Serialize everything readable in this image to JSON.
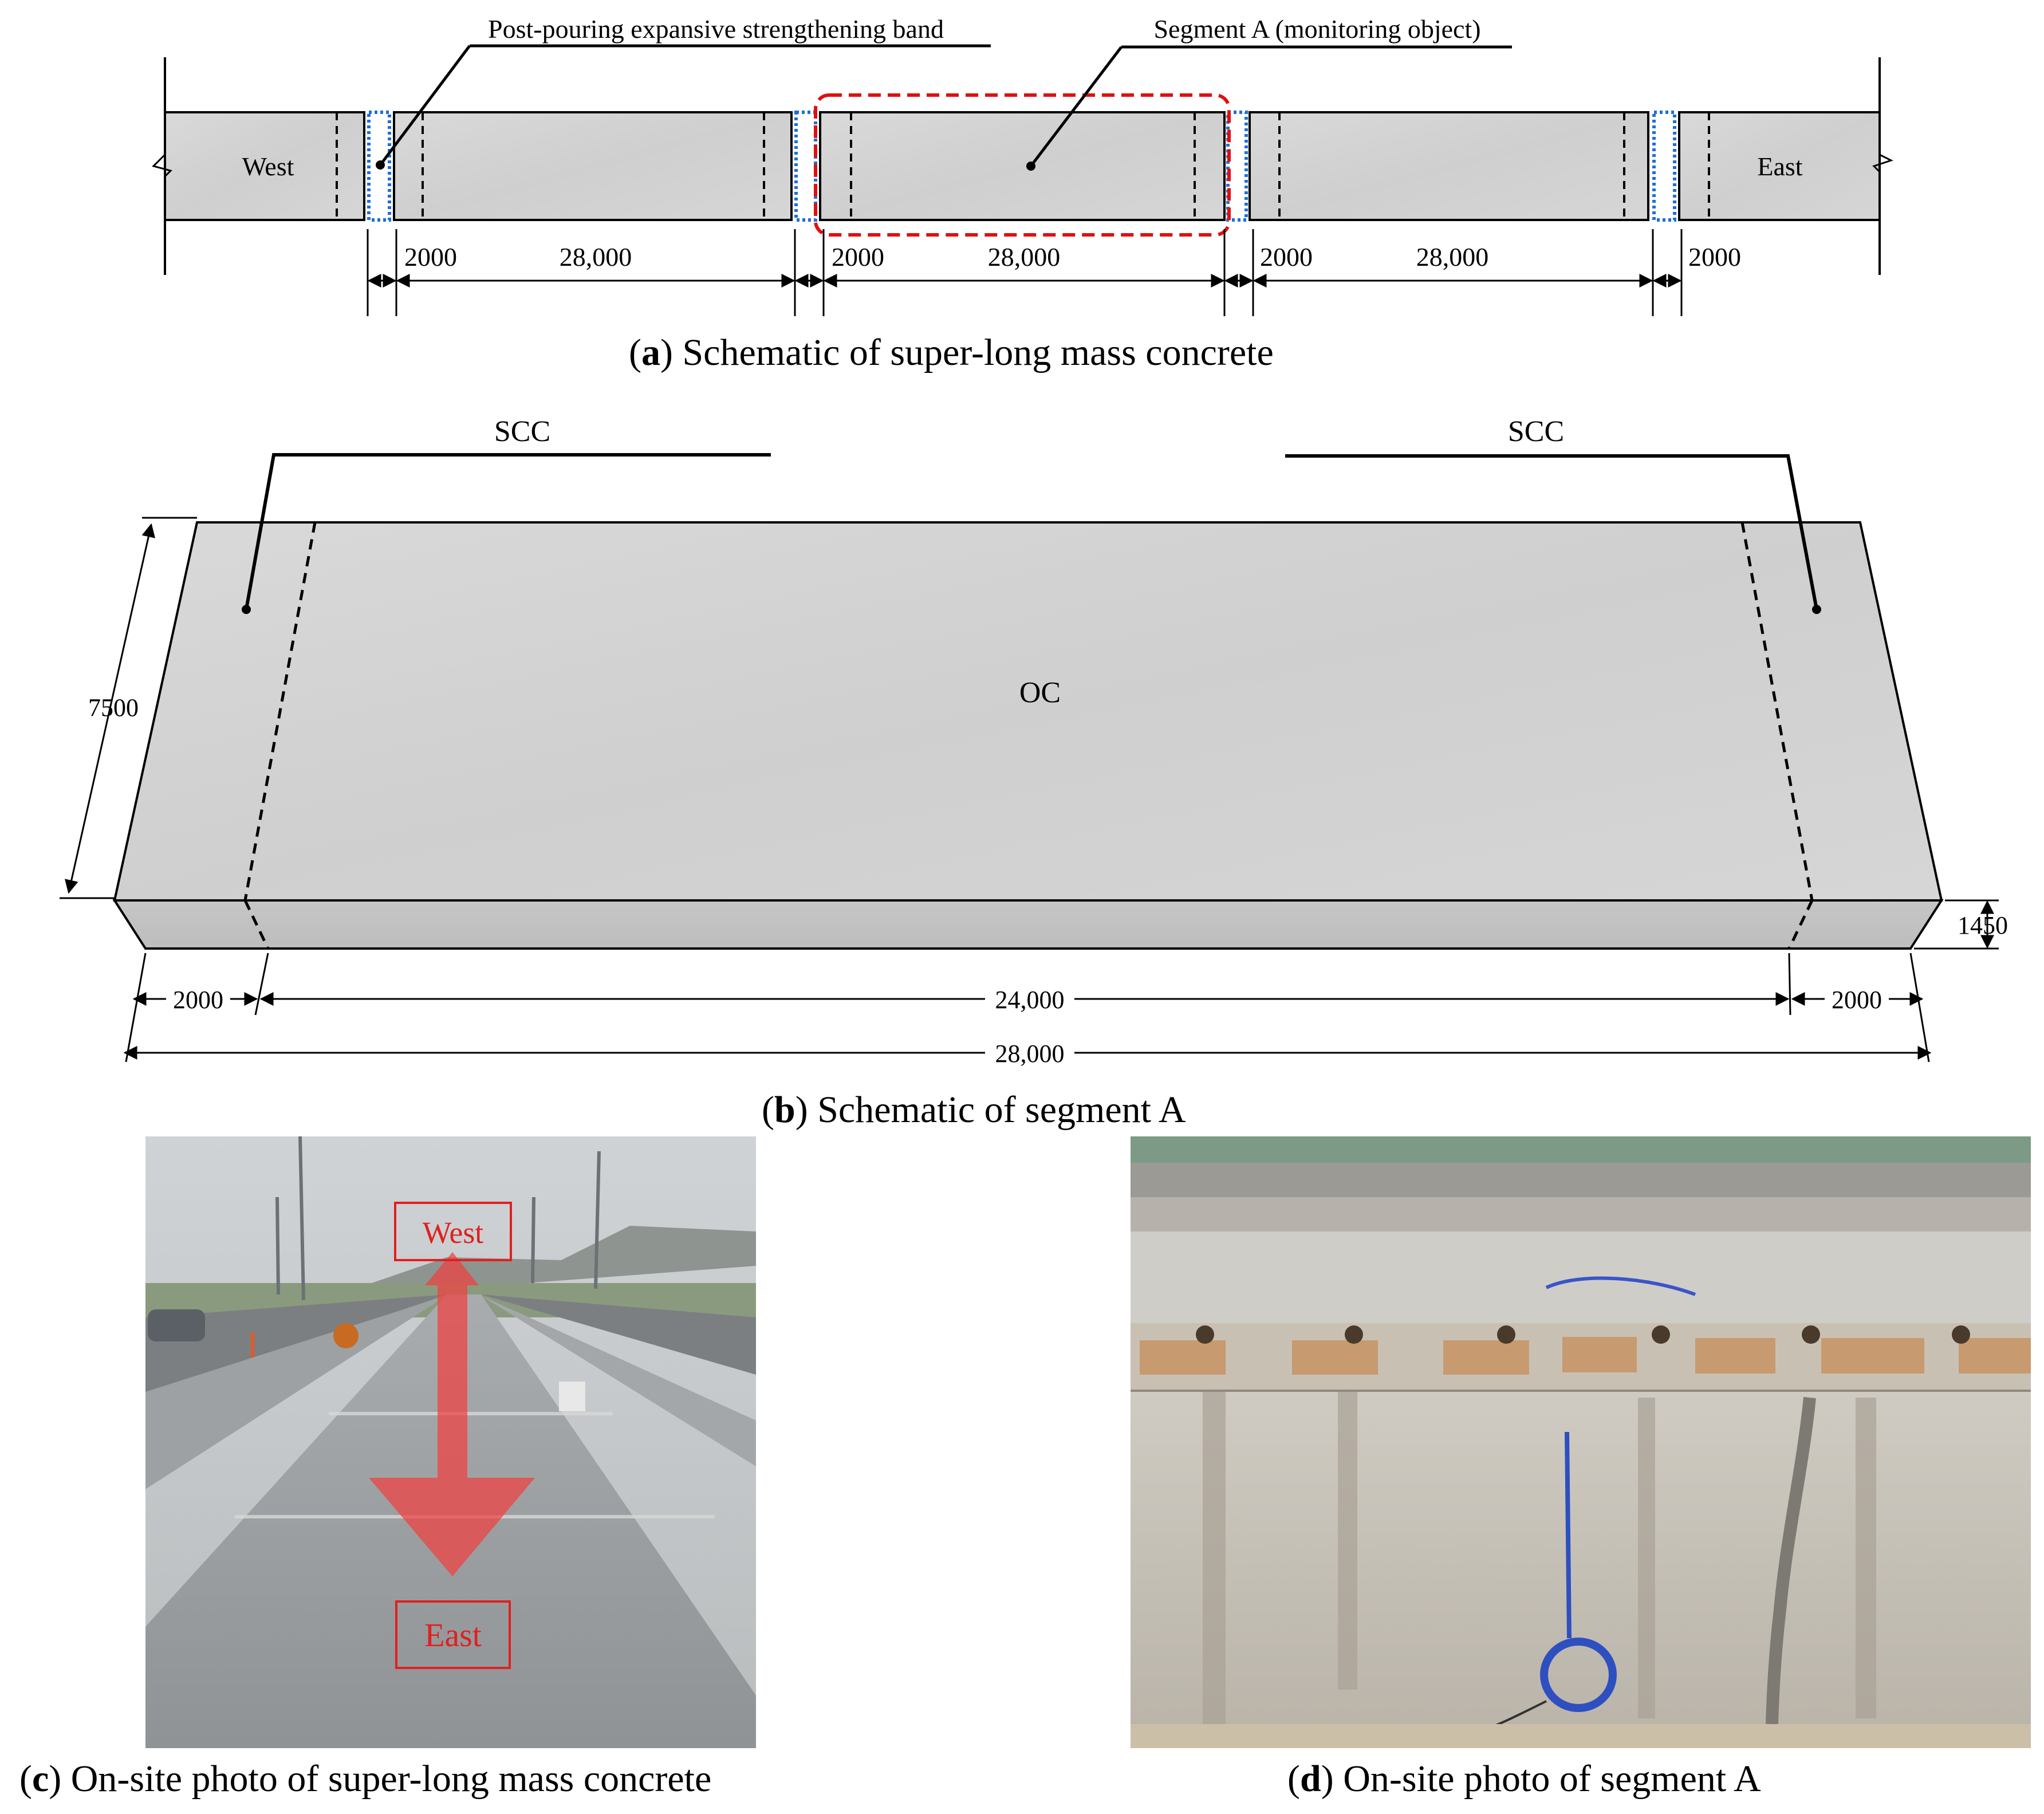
{
  "panel_a": {
    "label_post_band": "Post-pouring expansive strengthening band",
    "label_segment_a": "Segment A (monitoring object)",
    "label_west": "West",
    "label_east": "East",
    "dims": [
      "2000",
      "28,000",
      "2000",
      "28,000",
      "2000",
      "28,000",
      "2000"
    ],
    "caption_letter": "a",
    "caption_text": " Schematic of super-long mass concrete"
  },
  "panel_b": {
    "label_scc_left": "SCC",
    "label_scc_right": "SCC",
    "label_oc": "OC",
    "dim_height": "7500",
    "dim_thickness": "1450",
    "dim_left": "2000",
    "dim_mid": "24,000",
    "dim_right": "2000",
    "dim_total": "28,000",
    "caption_letter": "b",
    "caption_text": " Schematic of segment A"
  },
  "panel_c": {
    "label_west": "West",
    "label_east": "East",
    "caption_letter": "c",
    "caption_text": " On-site photo of super-long mass concrete"
  },
  "panel_d": {
    "caption_letter": "d",
    "caption_text": " On-site photo of segment A"
  },
  "colors": {
    "concrete": "#d3d3d3",
    "band_blue": "#1f6fd6",
    "segment_red": "#e01010",
    "arrow_red": "#f04040",
    "label_red": "#e02020"
  }
}
